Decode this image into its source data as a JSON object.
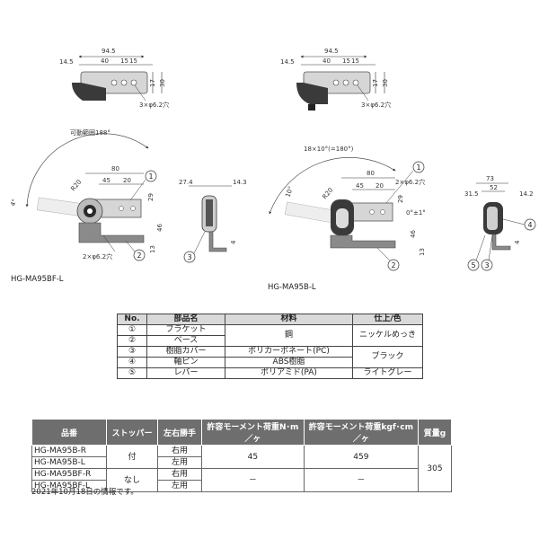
{
  "drawings": {
    "left_top": {
      "dims": [
        "94.5",
        "14.5",
        "40",
        "15",
        "15",
        "17",
        "30",
        "3×φ6.2穴"
      ]
    },
    "right_top": {
      "dims": [
        "94.5",
        "14.5",
        "40",
        "15",
        "15",
        "17",
        "30",
        "3×φ6.2穴"
      ]
    },
    "left_mid": {
      "range": "可動範囲188°",
      "dims": [
        "80",
        "45",
        "20",
        "29",
        "R20",
        "4°",
        "46",
        "13",
        "2×φ6.2穴"
      ],
      "side_dims": [
        "27.4",
        "14.3",
        "4"
      ]
    },
    "right_mid": {
      "range": "18×10°(=180°)",
      "dims": [
        "80",
        "45",
        "20",
        "29",
        "R20",
        "10°",
        "0°±1°",
        "46",
        "13",
        "2×φ6.2穴"
      ],
      "side_dims": [
        "73",
        "52",
        "31.5",
        "14.2",
        "4"
      ]
    },
    "callouts": [
      "1",
      "2",
      "3",
      "4",
      "5"
    ]
  },
  "captions": {
    "left": "HG-MA95BF-L",
    "right": "HG-MA95B-L"
  },
  "materials": {
    "headers": [
      "No.",
      "部品名",
      "材料",
      "仕上/色"
    ],
    "rows": [
      {
        "no": "①",
        "part": "ブラケット",
        "material": "鋼",
        "finish": "ニッケルめっき"
      },
      {
        "no": "②",
        "part": "ベース",
        "material": "",
        "finish": ""
      },
      {
        "no": "③",
        "part": "樹脂カバー",
        "material": "ポリカーボネート(PC)",
        "finish": "ブラック"
      },
      {
        "no": "④",
        "part": "軸ピン",
        "material": "ABS樹脂",
        "finish": ""
      },
      {
        "no": "⑤",
        "part": "レバー",
        "material": "ポリアミド(PA)",
        "finish": "ライトグレー"
      }
    ]
  },
  "spec": {
    "headers": [
      "品番",
      "ストッパー",
      "左右勝手",
      "許容モーメント荷重N･m／ヶ",
      "許容モーメント荷重kgf･cm／ヶ",
      "質量g"
    ],
    "rows": [
      {
        "model": "HG-MA95B-R",
        "side": "右用"
      },
      {
        "model": "HG-MA95B-L",
        "side": "左用"
      },
      {
        "model": "HG-MA95BF-R",
        "side": "右用"
      },
      {
        "model": "HG-MA95BF-L",
        "side": "左用"
      }
    ],
    "stopper_yes": "付",
    "stopper_no": "なし",
    "moment_nm_yes": "45",
    "moment_kgf_yes": "459",
    "moment_dash": "－",
    "mass": "305"
  },
  "note": "2021年10月18日の情報です。"
}
